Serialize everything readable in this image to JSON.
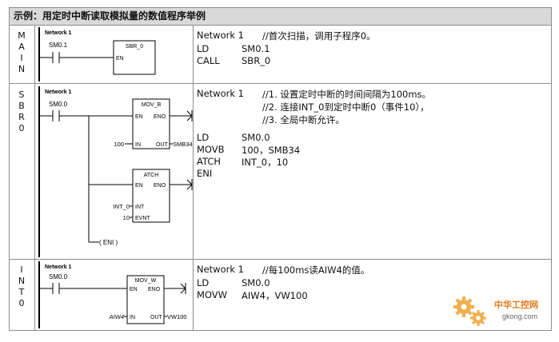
{
  "title": "示例：用定时中断读取模拟量的数值程序举例",
  "rows": [
    {
      "letters": [
        "M",
        "A",
        "I",
        "N"
      ],
      "ladder": {
        "network": "Network 1",
        "contact": "SM0.1",
        "box_title": "SBR_0",
        "en": "EN"
      },
      "code": {
        "header": "Network 1",
        "comment": "//首次扫描，调用子程序0。",
        "lines": [
          {
            "op": "LD",
            "arg": "SM0.1"
          },
          {
            "op": "CALL",
            "arg": "SBR_0"
          }
        ]
      }
    },
    {
      "letters": [
        "S",
        "B",
        "R",
        "0"
      ],
      "ladder": {
        "network": "Network 1",
        "contact": "SM0.0",
        "box1_title": "MOV_B",
        "box2_title": "ATCH",
        "en": "EN",
        "eno": "ENO",
        "in": "IN",
        "out": "OUT",
        "int": "INT",
        "evnt": "EVNT",
        "in_value": "100",
        "out_value": "SMB34",
        "int_value": "INT_0",
        "evnt_value": "10",
        "eni": "( ENI )"
      },
      "code": {
        "header": "Network 1",
        "comments": [
          "//1. 设置定时中断的时间间隔为100ms。",
          "//2. 连接INT_0到定时中断0（事件10），",
          "//3. 全局中断允许。"
        ],
        "lines": [
          {
            "op": "LD",
            "arg": "SM0.0"
          },
          {
            "op": "MOVB",
            "arg": "100，SMB34"
          },
          {
            "op": "ATCH",
            "arg": "INT_0，10"
          },
          {
            "op": "ENI",
            "arg": ""
          }
        ]
      }
    },
    {
      "letters": [
        "I",
        "N",
        "T",
        "0"
      ],
      "ladder": {
        "network": "Network 1",
        "contact": "SM0.0",
        "box_title": "MOV_W",
        "en": "EN",
        "eno": "ENO",
        "in": "IN",
        "out": "OUT",
        "in_value": "AIW4",
        "out_value": "VW100"
      },
      "code": {
        "header": "Network 1",
        "comment": "//每100ms读AIW4的值。",
        "lines": [
          {
            "op": "LD",
            "arg": "SM0.0"
          },
          {
            "op": "MOVW",
            "arg": "AIW4，VW100"
          }
        ]
      }
    }
  ],
  "watermark": {
    "brand": "中华工控网",
    "domain": "gkong.com",
    "brand_color": "#e07a1a",
    "gear_icon": "gear-icon"
  }
}
